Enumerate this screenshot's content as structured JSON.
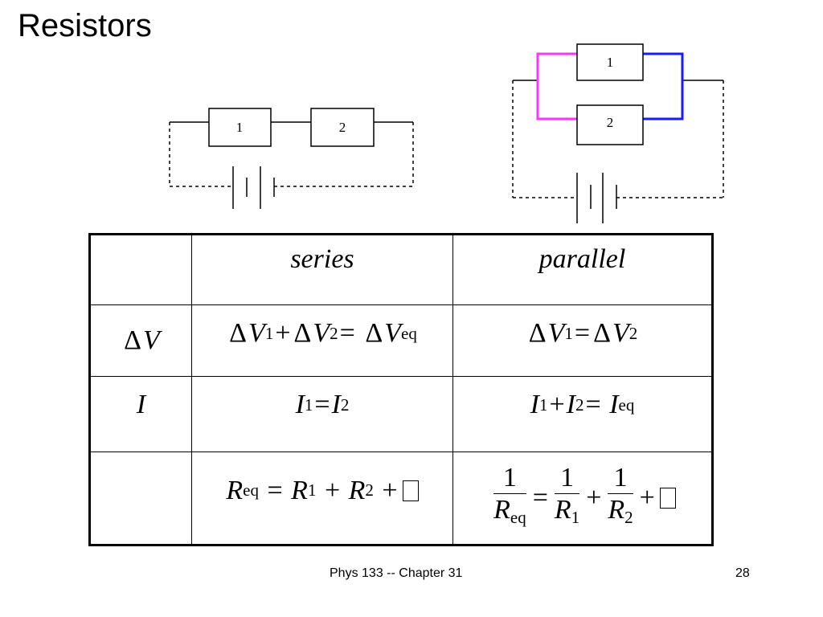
{
  "slide": {
    "title": "Resistors",
    "footer": "Phys 133 -- Chapter 31",
    "page_number": "28"
  },
  "series_circuit": {
    "resistors": [
      "1",
      "2"
    ]
  },
  "parallel_circuit": {
    "resistors": [
      "1",
      "2"
    ],
    "colors": {
      "left_branch": "#ff33ff",
      "right_branch": "#1a1aff",
      "wire": "#000000"
    }
  },
  "table": {
    "headers": [
      "",
      "series",
      "parallel"
    ],
    "rows": [
      {
        "label": "ΔV",
        "series": "ΔV1+ΔV2= ΔVeq",
        "parallel": "ΔV1=ΔV2"
      },
      {
        "label": "I",
        "series": "I1=I2",
        "parallel": "I1+I2= Ieq"
      },
      {
        "label": "",
        "series": "Req = R1 + R2 + …",
        "parallel": "1/Req = 1/R1 + 1/R2 + …"
      }
    ]
  }
}
